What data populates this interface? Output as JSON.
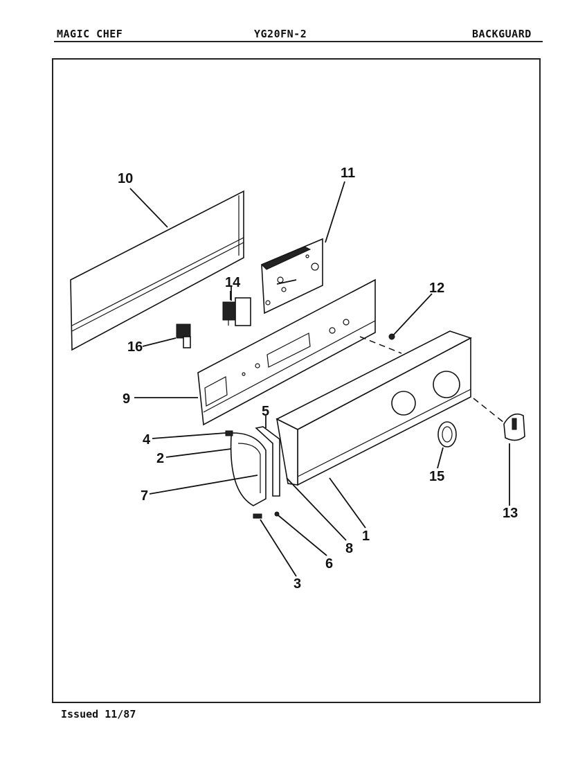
{
  "header": {
    "brand": "MAGIC CHEF",
    "model": "YG20FN-2",
    "section": "BACKGUARD"
  },
  "footer": {
    "issued": "Issued 11/87"
  },
  "callouts": {
    "c1": "1",
    "c2": "2",
    "c3": "3",
    "c4": "4",
    "c5": "5",
    "c6": "6",
    "c7": "7",
    "c8": "8",
    "c9": "9",
    "c10": "10",
    "c11": "11",
    "c12": "12",
    "c13": "13",
    "c14": "14",
    "c15": "15",
    "c16": "16"
  }
}
